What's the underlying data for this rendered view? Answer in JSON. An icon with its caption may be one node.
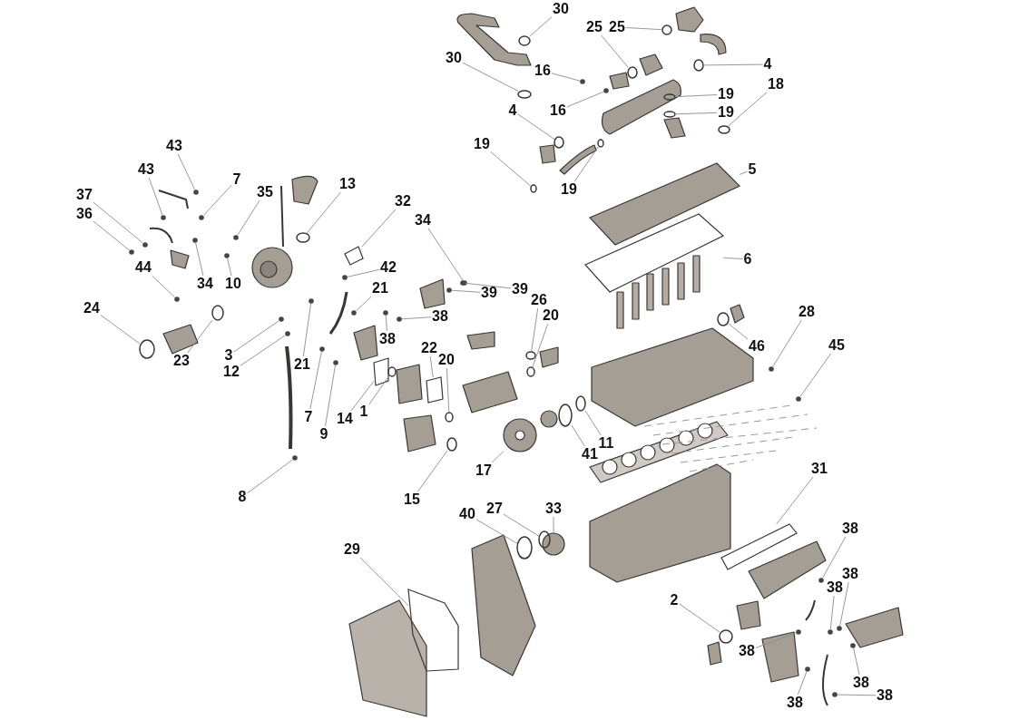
{
  "diagram": {
    "nodes": [
      {
        "text": [
          "30"
        ]
      },
      {
        "text": [
          "25"
        ]
      },
      {
        "text": [
          "25"
        ]
      },
      {
        "text": [
          "30"
        ]
      },
      {
        "text": [
          "16"
        ]
      },
      {
        "text": [
          "4"
        ]
      },
      {
        "text": [
          "18"
        ]
      },
      {
        "text": [
          "19"
        ]
      },
      {
        "text": [
          "16"
        ]
      },
      {
        "text": [
          "4"
        ]
      },
      {
        "text": [
          "19"
        ]
      },
      {
        "text": [
          "19"
        ]
      },
      {
        "text": [
          "19"
        ]
      },
      {
        "text": [
          "43"
        ]
      },
      {
        "text": [
          "5"
        ]
      },
      {
        "text": [
          "43"
        ]
      },
      {
        "text": [
          "7"
        ]
      },
      {
        "text": [
          "13"
        ]
      },
      {
        "text": [
          "35"
        ]
      },
      {
        "text": [
          "37"
        ]
      },
      {
        "text": [
          "32"
        ]
      },
      {
        "text": [
          "36"
        ]
      },
      {
        "text": [
          "34"
        ]
      },
      {
        "text": [
          "6"
        ]
      },
      {
        "text": [
          "44"
        ]
      },
      {
        "text": [
          "42"
        ]
      },
      {
        "text": [
          "34"
        ]
      },
      {
        "text": [
          "10"
        ]
      },
      {
        "text": [
          "39"
        ]
      },
      {
        "text": [
          "39"
        ]
      },
      {
        "text": [
          "21"
        ]
      },
      {
        "text": [
          "26"
        ]
      },
      {
        "text": [
          "24"
        ]
      },
      {
        "text": [
          "20"
        ]
      },
      {
        "text": [
          "28"
        ]
      },
      {
        "text": [
          "38"
        ]
      },
      {
        "text": [
          "46"
        ]
      },
      {
        "text": [
          "45"
        ]
      },
      {
        "text": [
          "3"
        ]
      },
      {
        "text": [
          "38"
        ]
      },
      {
        "text": [
          "22"
        ]
      },
      {
        "text": [
          "23"
        ]
      },
      {
        "text": [
          "12"
        ]
      },
      {
        "text": [
          "21"
        ]
      },
      {
        "text": [
          "20"
        ]
      },
      {
        "text": [
          "1"
        ]
      },
      {
        "text": [
          "7"
        ]
      },
      {
        "text": [
          "14"
        ]
      },
      {
        "text": [
          "9"
        ]
      },
      {
        "text": [
          "41"
        ]
      },
      {
        "text": [
          "11"
        ]
      },
      {
        "text": [
          "31"
        ]
      },
      {
        "text": [
          "17"
        ]
      },
      {
        "text": [
          "8"
        ]
      },
      {
        "text": [
          "15"
        ]
      },
      {
        "text": [
          "33"
        ]
      },
      {
        "text": [
          "40"
        ]
      },
      {
        "text": [
          "27"
        ]
      },
      {
        "text": [
          "38"
        ]
      },
      {
        "text": [
          "29"
        ]
      },
      {
        "text": [
          "38"
        ]
      },
      {
        "text": [
          "38"
        ]
      },
      {
        "text": [
          "2"
        ]
      },
      {
        "text": [
          "38"
        ]
      },
      {
        "text": [
          "38"
        ]
      },
      {
        "text": [
          "38"
        ]
      },
      {
        "text": [
          "38"
        ]
      },
      {
        "text": [],
        "shape": "ring"
      },
      {
        "text": [],
        "shape": "ring"
      },
      {
        "text": [],
        "shape": "ring"
      },
      {
        "text": [],
        "shape": "ring"
      },
      {
        "text": [],
        "shape": "dot"
      },
      {
        "text": [],
        "shape": "ring"
      },
      {
        "text": [],
        "shape": "ring"
      },
      {
        "text": [],
        "shape": "ring"
      },
      {
        "text": [],
        "shape": "dot"
      },
      {
        "text": [],
        "shape": "ring"
      },
      {
        "text": [],
        "shape": "ring"
      },
      {
        "text": [],
        "shape": "ring"
      },
      {
        "text": [],
        "shape": "ring"
      },
      {
        "text": [],
        "shape": "dot"
      },
      {
        "text": [],
        "shape": "picture"
      },
      {
        "text": [],
        "shape": "dot"
      },
      {
        "text": [],
        "shape": "dot"
      },
      {
        "text": [],
        "shape": "ring"
      },
      {
        "text": [],
        "shape": "dot"
      },
      {
        "text": [],
        "shape": "dot"
      },
      {
        "text": [],
        "shape": "box"
      },
      {
        "text": [],
        "shape": "dot"
      },
      {
        "text": [],
        "shape": "dot"
      },
      {
        "text": [],
        "shape": "box"
      },
      {
        "text": [],
        "shape": "dot"
      },
      {
        "text": [],
        "shape": "dot"
      },
      {
        "text": [],
        "shape": "dot"
      },
      {
        "text": [],
        "shape": "dot"
      },
      {
        "text": [],
        "shape": "dot"
      },
      {
        "text": [],
        "shape": "dot"
      },
      {
        "text": [],
        "shape": "dot"
      },
      {
        "text": [],
        "shape": "ring"
      },
      {
        "text": [],
        "shape": "ring"
      },
      {
        "text": [],
        "shape": "ring"
      },
      {
        "text": [],
        "shape": "dot"
      },
      {
        "text": [],
        "shape": "dot"
      },
      {
        "text": [],
        "shape": "ring"
      },
      {
        "text": [],
        "shape": "dot"
      },
      {
        "text": [],
        "shape": "dot"
      },
      {
        "text": [],
        "shape": "dot"
      },
      {
        "text": [],
        "shape": "box"
      },
      {
        "text": [],
        "shape": "ring"
      },
      {
        "text": [],
        "shape": "dot"
      },
      {
        "text": [],
        "shape": "dot"
      },
      {
        "text": [],
        "shape": "ring"
      },
      {
        "text": [],
        "shape": "ring"
      },
      {
        "text": [],
        "shape": "dot"
      },
      {
        "text": [],
        "shape": "box"
      },
      {
        "text": [],
        "shape": "dot"
      },
      {
        "text": [],
        "shape": "ring"
      },
      {
        "text": [],
        "shape": "ring"
      },
      {
        "text": [],
        "shape": "box"
      },
      {
        "text": [],
        "shape": "circle"
      },
      {
        "text": [],
        "shape": "dot"
      },
      {
        "text": [],
        "shape": "ring"
      },
      {
        "text": [],
        "shape": "circle"
      },
      {
        "text": [],
        "shape": "ring"
      },
      {
        "text": [],
        "shape": "ring"
      },
      {
        "text": [],
        "shape": "dot"
      },
      {
        "text": [],
        "shape": "box"
      },
      {
        "text": [],
        "shape": "dot"
      },
      {
        "text": [],
        "shape": "dot"
      },
      {
        "text": [],
        "shape": "ring"
      },
      {
        "text": [],
        "shape": "dot"
      },
      {
        "text": [],
        "shape": "dot"
      },
      {
        "text": [],
        "shape": "dot"
      },
      {
        "text": [],
        "shape": "dot"
      }
    ],
    "edges": [
      {
        "from": 0,
        "to": 67,
        "arrow": "none"
      },
      {
        "from": 1,
        "to": 68,
        "arrow": "none"
      },
      {
        "from": 2,
        "to": 69,
        "arrow": "none"
      },
      {
        "from": 3,
        "to": 70,
        "arrow": "none"
      },
      {
        "from": 4,
        "to": 71,
        "arrow": "none"
      },
      {
        "from": 5,
        "to": 72,
        "arrow": "none"
      },
      {
        "from": 6,
        "to": 73,
        "arrow": "none"
      },
      {
        "from": 7,
        "to": 74,
        "arrow": "none"
      },
      {
        "from": 8,
        "to": 75,
        "arrow": "none"
      },
      {
        "from": 9,
        "to": 76,
        "arrow": "none"
      },
      {
        "from": 10,
        "to": 77,
        "arrow": "none"
      },
      {
        "from": 11,
        "to": 78,
        "arrow": "none"
      },
      {
        "from": 12,
        "to": 79,
        "arrow": "none"
      },
      {
        "from": 13,
        "to": 80,
        "arrow": "none"
      },
      {
        "from": 14,
        "to": 81,
        "arrow": "none"
      },
      {
        "from": 15,
        "to": 82,
        "arrow": "none"
      },
      {
        "from": 16,
        "to": 83,
        "arrow": "none"
      },
      {
        "from": 17,
        "to": 84,
        "arrow": "none"
      },
      {
        "from": 18,
        "to": 85,
        "arrow": "none"
      },
      {
        "from": 19,
        "to": 86,
        "arrow": "none"
      },
      {
        "from": 20,
        "to": 87,
        "arrow": "none"
      },
      {
        "from": 21,
        "to": 88,
        "arrow": "none"
      },
      {
        "from": 22,
        "to": 89,
        "arrow": "none"
      },
      {
        "from": 23,
        "to": 90,
        "arrow": "none"
      },
      {
        "from": 24,
        "to": 91,
        "arrow": "none"
      },
      {
        "from": 25,
        "to": 92,
        "arrow": "none"
      },
      {
        "from": 26,
        "to": 93,
        "arrow": "none"
      },
      {
        "from": 27,
        "to": 94,
        "arrow": "none"
      },
      {
        "from": 28,
        "to": 95,
        "arrow": "none"
      },
      {
        "from": 29,
        "to": 96,
        "arrow": "none"
      },
      {
        "from": 30,
        "to": 97,
        "arrow": "none"
      },
      {
        "from": 31,
        "to": 98,
        "arrow": "none"
      },
      {
        "from": 32,
        "to": 99,
        "arrow": "none"
      },
      {
        "from": 33,
        "to": 100,
        "arrow": "none"
      },
      {
        "from": 34,
        "to": 101,
        "arrow": "none"
      },
      {
        "from": 35,
        "to": 102,
        "arrow": "none"
      },
      {
        "from": 36,
        "to": 103,
        "arrow": "none"
      },
      {
        "from": 37,
        "to": 104,
        "arrow": "none"
      },
      {
        "from": 38,
        "to": 105,
        "arrow": "none"
      },
      {
        "from": 39,
        "to": 106,
        "arrow": "none"
      },
      {
        "from": 40,
        "to": 107,
        "arrow": "none"
      },
      {
        "from": 41,
        "to": 108,
        "arrow": "none"
      },
      {
        "from": 42,
        "to": 109,
        "arrow": "none"
      },
      {
        "from": 43,
        "to": 110,
        "arrow": "none"
      },
      {
        "from": 44,
        "to": 111,
        "arrow": "none"
      },
      {
        "from": 45,
        "to": 112,
        "arrow": "none"
      },
      {
        "from": 46,
        "to": 113,
        "arrow": "none"
      },
      {
        "from": 47,
        "to": 114,
        "arrow": "none"
      },
      {
        "from": 48,
        "to": 115,
        "arrow": "none"
      },
      {
        "from": 49,
        "to": 116,
        "arrow": "none"
      },
      {
        "from": 50,
        "to": 117,
        "arrow": "none"
      },
      {
        "from": 51,
        "to": 118,
        "arrow": "none"
      },
      {
        "from": 52,
        "to": 119,
        "arrow": "none"
      },
      {
        "from": 53,
        "to": 120,
        "arrow": "none"
      },
      {
        "from": 54,
        "to": 121,
        "arrow": "none"
      },
      {
        "from": 55,
        "to": 122,
        "arrow": "none"
      },
      {
        "from": 56,
        "to": 123,
        "arrow": "none"
      },
      {
        "from": 57,
        "to": 124,
        "arrow": "none"
      },
      {
        "from": 58,
        "to": 125,
        "arrow": "none"
      },
      {
        "from": 59,
        "to": 126,
        "arrow": "none"
      },
      {
        "from": 60,
        "to": 127,
        "arrow": "none"
      },
      {
        "from": 61,
        "to": 128,
        "arrow": "none"
      },
      {
        "from": 62,
        "to": 129,
        "arrow": "none"
      },
      {
        "from": 63,
        "to": 130,
        "arrow": "none"
      },
      {
        "from": 64,
        "to": 131,
        "arrow": "none"
      },
      {
        "from": 65,
        "to": 132,
        "arrow": "none"
      },
      {
        "from": 66,
        "to": 133,
        "arrow": "none"
      }
    ]
  }
}
